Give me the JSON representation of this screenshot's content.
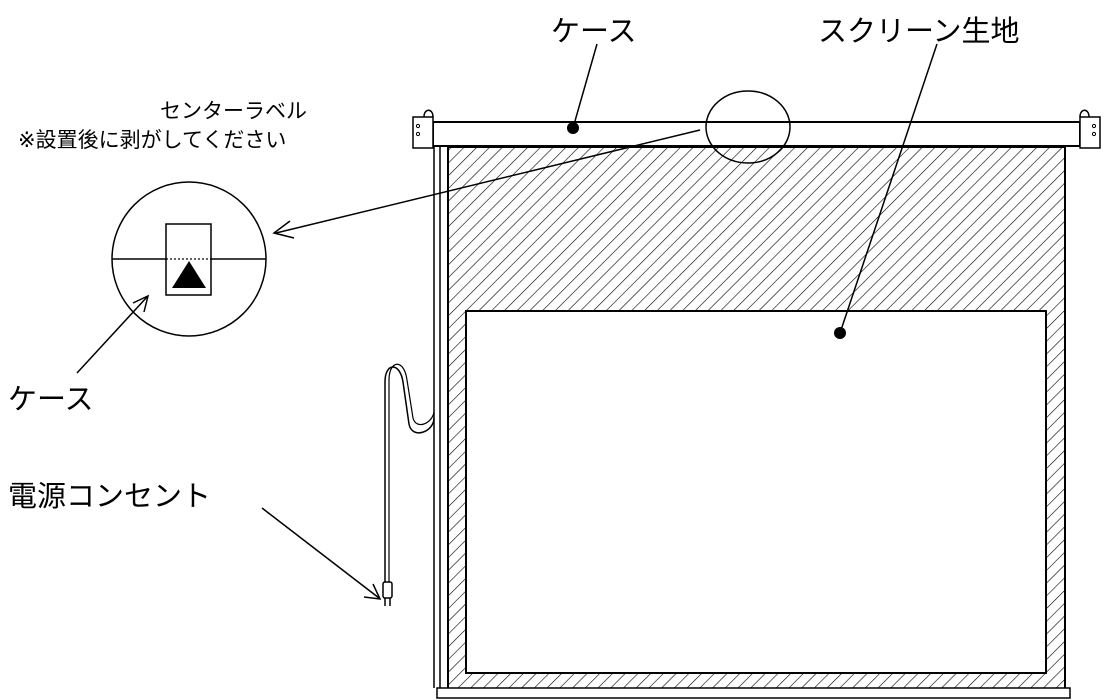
{
  "labels": {
    "case_top": "ケース",
    "screen_fabric": "スクリーン生地",
    "center_label_title": "センターラベル",
    "center_label_note": "※設置後に剥がしてください",
    "case_detail": "ケース",
    "power_outlet": "電源コンセント"
  },
  "colors": {
    "line": "#000000",
    "background": "#ffffff"
  }
}
